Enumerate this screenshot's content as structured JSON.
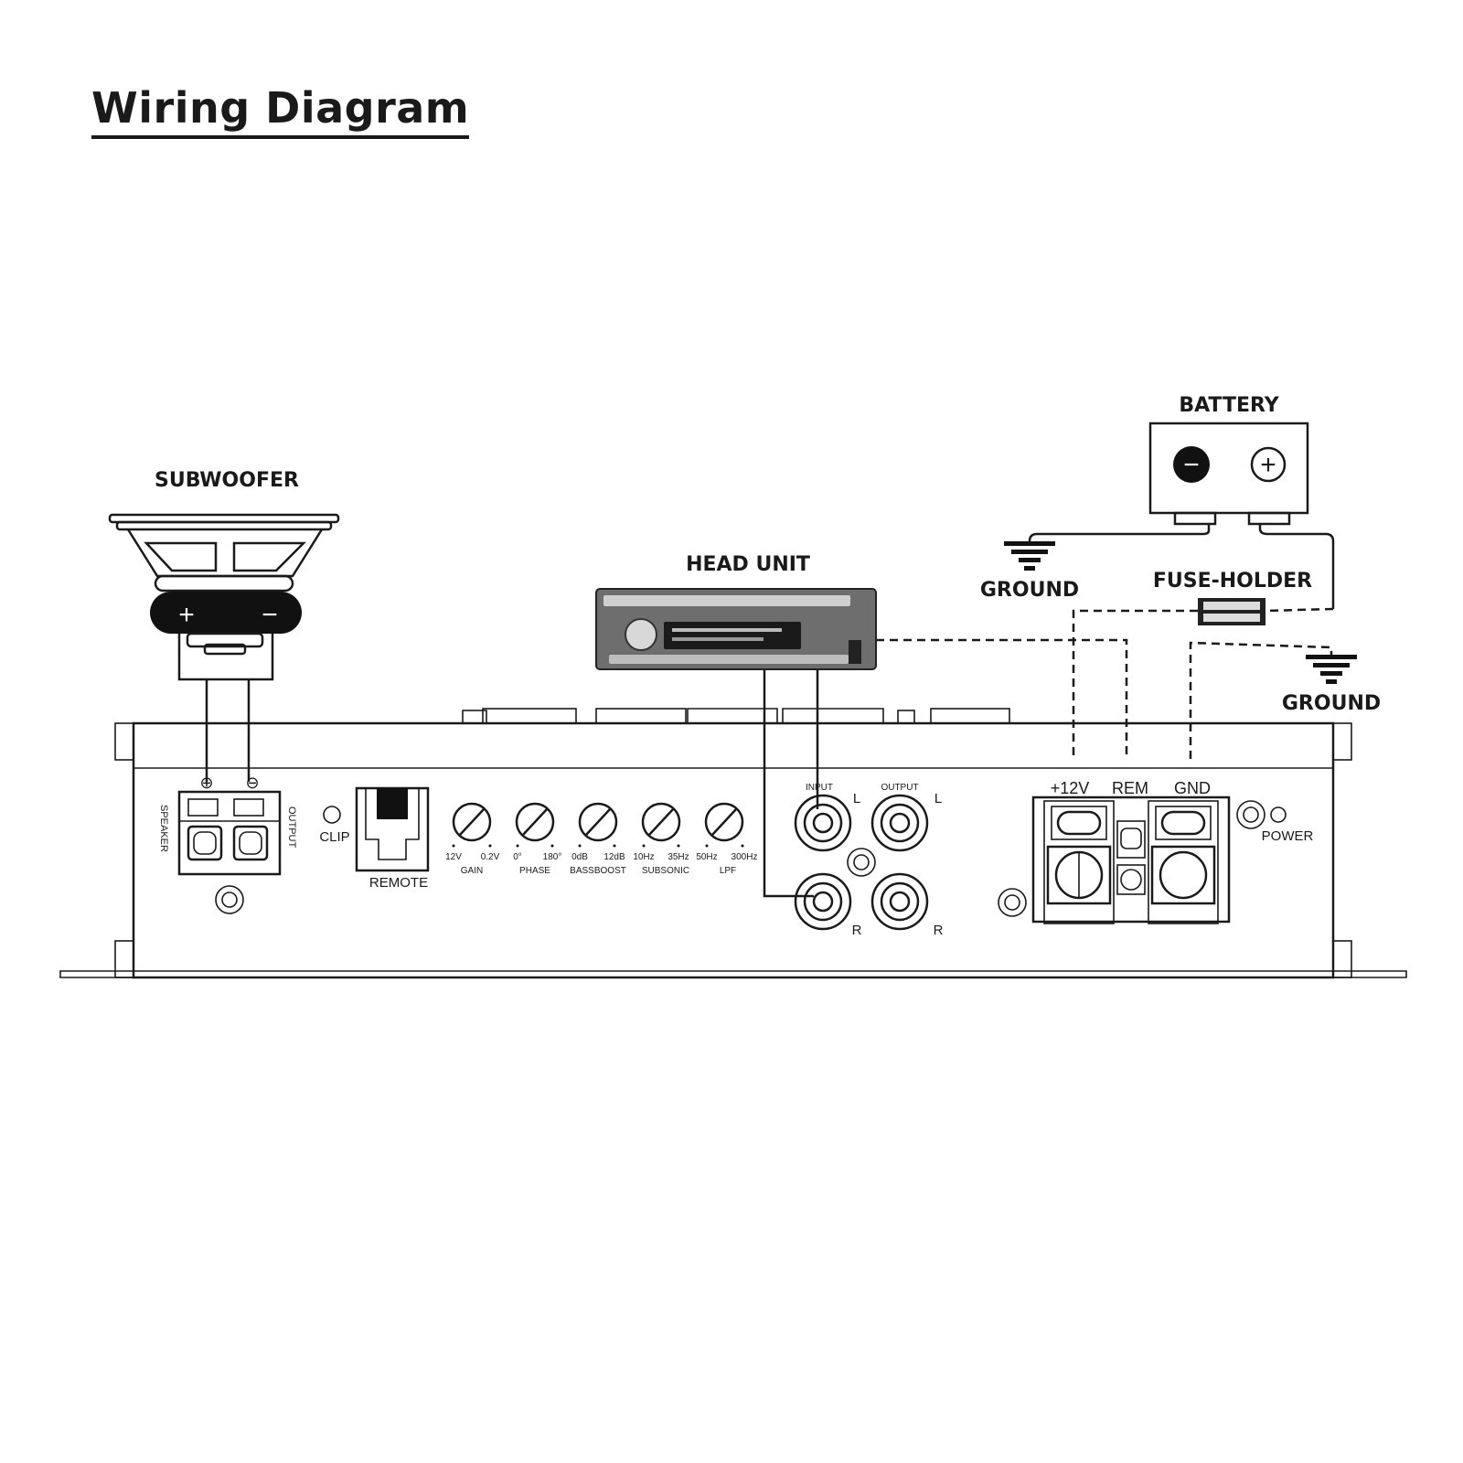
{
  "title": "Wiring Diagram",
  "labels": {
    "subwoofer": "SUBWOOFER",
    "head_unit": "HEAD UNIT",
    "battery": "BATTERY",
    "fuse_holder": "FUSE-HOLDER",
    "ground_1": "GROUND",
    "ground_2": "GROUND"
  },
  "subwoofer_terminals": {
    "plus": "+",
    "minus": "−"
  },
  "speaker_output": {
    "plus": "⊕",
    "minus": "⊖",
    "side_left": "SPEAKER",
    "side_right": "OUTPUT"
  },
  "amp_panel": {
    "clip": "CLIP",
    "remote": "REMOTE",
    "knobs": [
      {
        "name": "GAIN",
        "min": "12V",
        "max": "0.2V"
      },
      {
        "name": "PHASE",
        "min": "0°",
        "max": "180°"
      },
      {
        "name": "BASSBOOST",
        "min": "0dB",
        "max": "12dB"
      },
      {
        "name": "SUBSONIC",
        "min": "10Hz",
        "max": "35Hz"
      },
      {
        "name": "LPF",
        "min": "50Hz",
        "max": "300Hz"
      }
    ],
    "rca": {
      "input": "INPUT",
      "output": "OUTPUT",
      "left": "L",
      "right": "R"
    },
    "power_terminals": {
      "v12": "+12V",
      "rem": "REM",
      "gnd": "GND"
    },
    "power_led": "POWER"
  },
  "battery_terminals": {
    "negative": "−",
    "positive": "+"
  }
}
